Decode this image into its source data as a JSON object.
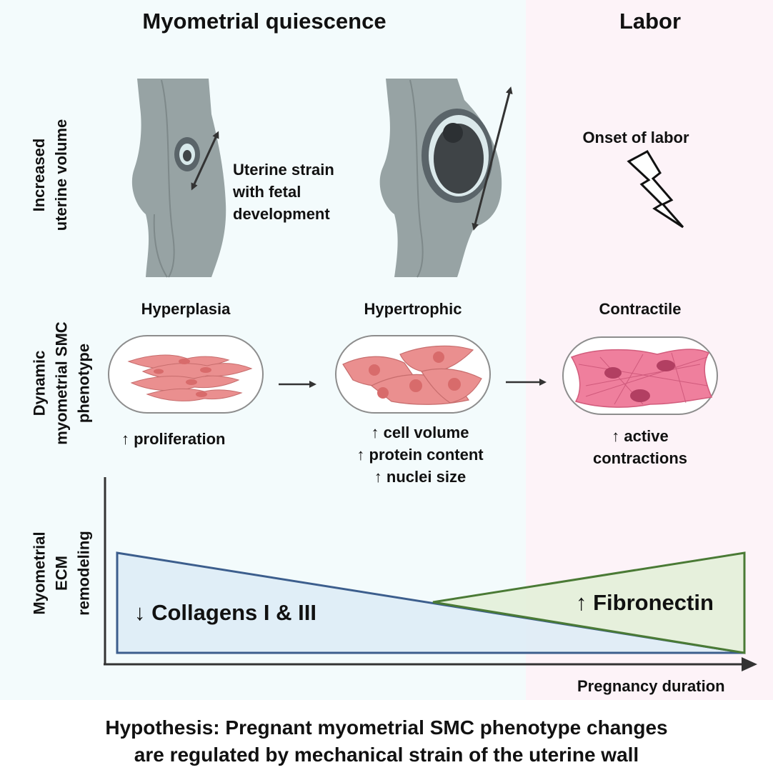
{
  "colors": {
    "quiescence_bg": "#f3fbfc",
    "labor_bg": "#fdf3f8",
    "silhouette": "#97a3a4",
    "silhouette_dark": "#3f4447",
    "cell_fill": "#ea8f8f",
    "cell_nucleus": "#d86b6b",
    "contractile_fill": "#ef7f9d",
    "collagen_fill": "#dcebf6",
    "collagen_stroke": "#3c5e8d",
    "fibronectin_fill": "#e2eed7",
    "fibronectin_stroke": "#4a7a35",
    "axis": "#333333"
  },
  "phases": {
    "quiescence": "Myometrial quiescence",
    "labor": "Labor"
  },
  "row_labels": {
    "uterine_volume": [
      "Increased",
      "uterine volume"
    ],
    "smc_phenotype": [
      "Dynamic",
      "myometrial SMC",
      "phenotype"
    ],
    "ecm_remodeling": [
      "Myometrial",
      "ECM",
      "remodeling"
    ]
  },
  "strain_label": [
    "Uterine strain",
    "with fetal",
    "development"
  ],
  "onset_label": "Onset of labor",
  "phenotypes": [
    {
      "title": "Hyperplasia",
      "effects": [
        "↑ proliferation"
      ],
      "icon": "proliferating-cells"
    },
    {
      "title": "Hypertrophic",
      "effects": [
        "↑ cell volume",
        "↑ protein content",
        "↑ nuclei size"
      ],
      "icon": "enlarged-cells"
    },
    {
      "title": "Contractile",
      "effects": [
        "↑ active",
        "contractions"
      ],
      "icon": "contracting-cells"
    }
  ],
  "ecm": {
    "collagen_label": "↓ Collagens I & III",
    "fibronectin_label": "↑ Fibronectin"
  },
  "x_axis_label": "Pregnancy duration",
  "hypothesis": [
    "Hypothesis: Pregnant myometrial SMC phenotype changes",
    "are regulated by mechanical strain of the uterine wall"
  ]
}
